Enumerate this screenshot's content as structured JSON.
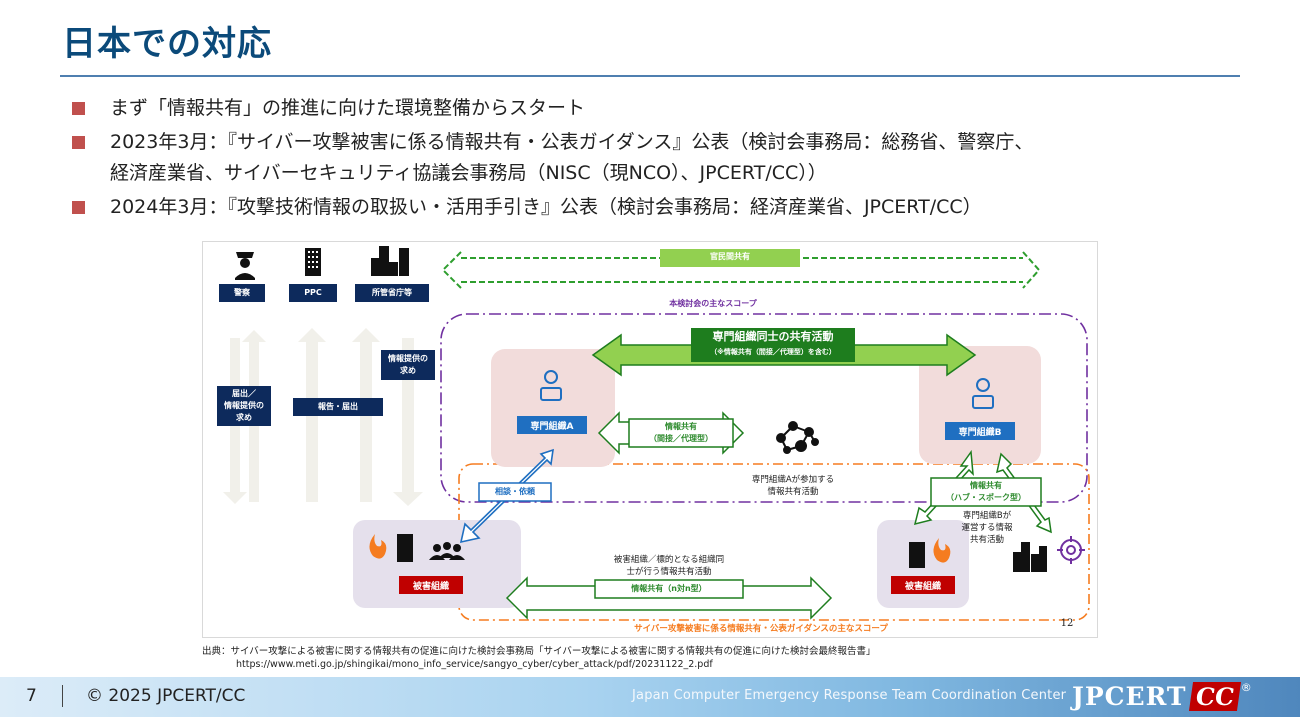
{
  "slide": {
    "title": "日本での対応",
    "bullets": [
      {
        "lines": [
          "まず「情報共有」の推進に向けた環境整備からスタート"
        ]
      },
      {
        "lines": [
          "2023年3月：『サイバー攻撃被害に係る情報共有・公表ガイダンス』公表（検討会事務局：総務省、警察庁、",
          "経済産業省、サイバーセキュリティ協議会事務局（NISC（現NCO）、JPCERT/CC））"
        ]
      },
      {
        "lines": [
          "2024年3月：『攻撃技術情報の取扱い・活用手引き』公表（検討会事務局：経済産業省、JPCERT/CC）"
        ]
      }
    ]
  },
  "diagram": {
    "government": [
      {
        "label": "警察",
        "icon": "police-officer-icon"
      },
      {
        "label": "PPC",
        "icon": "office-building-icon"
      },
      {
        "label": "所管省庁等",
        "icon": "city-buildings-icon"
      }
    ],
    "flow_labels": {
      "notify_request": "届出／\n情報提供の\n求め",
      "report_notify": "報告・届出",
      "info_request": "情報提供の\n求め"
    },
    "public_private_sharing": "官民間共有",
    "study_scope": "本検討会の主なスコープ",
    "expert_sharing_title": "専門組織同士の共有活動",
    "expert_sharing_note": "（※情報共有（間接／代理型）を含む）",
    "org_a": "専門組織A",
    "org_b": "専門組織B",
    "indirect_sharing": "情報共有\n（間接／代理型）",
    "org_a_activity": "専門組織Aが参加する\n情報共有活動",
    "consult_request": "相談・依頼",
    "hub_spoke_sharing": "情報共有\n（ハブ・スポーク型）",
    "org_b_activity": "専門組織Bが\n運営する情報\n共有活動",
    "victim_org": "被害組織",
    "victim_peer_activity": "被害組織／標的となる組織同\n士が行う情報共有活動",
    "n_to_n_sharing": "情報共有（n対n型）",
    "guidance_scope": "サイバー攻撃被害に係る情報共有・公表ガイダンスの主なスコープ",
    "inner_page_number": "12",
    "colors": {
      "navy": "#0d2a5c",
      "green_dark": "#1e7d1e",
      "green_light": "#92d050",
      "purple": "#7030a0",
      "orange": "#f57c20",
      "blue": "#1f6fc1",
      "red": "#c00000"
    }
  },
  "source": {
    "citation": "出典：サイバー攻撃による被害に関する情報共有の促進に向けた検討会事務局「サイバー攻撃による被害に関する情報共有の促進に向けた検討会最終報告書」",
    "url": "https://www.meti.go.jp/shingikai/mono_info_service/sangyo_cyber/cyber_attack/pdf/20231122_2.pdf"
  },
  "footer": {
    "page_number": "7",
    "copyright": "© 2025 JPCERT/CC",
    "org_name": "Japan Computer Emergency Response Team  Coordination Center",
    "logo_jp": "JPCERT",
    "logo_cc": "CC",
    "logo_reg": "®"
  }
}
